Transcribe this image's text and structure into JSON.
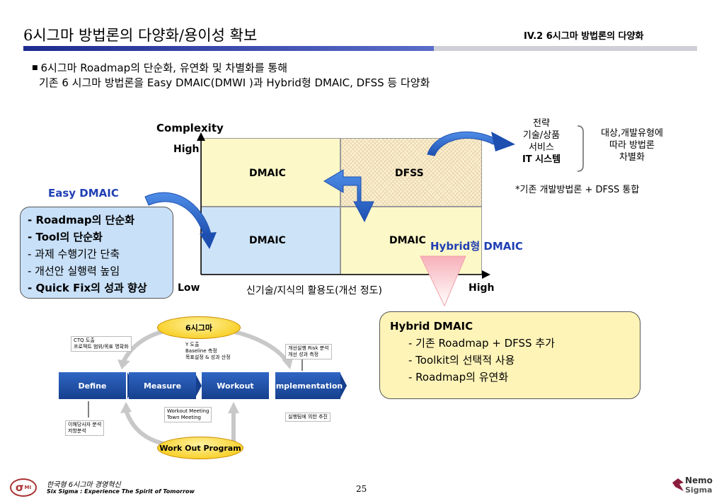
{
  "header": {
    "title": "6시그마 방법론의 다양화/용이성 확보",
    "section": "IV.2 6시그마 방법론의 다양화"
  },
  "intro": {
    "line1": "6시그마 Roadmap의 단순화, 유연화 및 차별화를 통해",
    "line2": "기존 6 시그마  방법론을 Easy DMAIC(DMWI )과 Hybrid형 DMAIC, DFSS 등 다양화"
  },
  "matrix": {
    "y_axis_label": "Complexity",
    "y_high": "High",
    "x_low": "Low",
    "x_axis_label": "신기술/지식의 활용도(개선 정도)",
    "x_high": "High",
    "q_top_left": "DMAIC",
    "q_top_right": "DFSS",
    "q_bottom_left": "DMAIC",
    "q_bottom_right": "DMAIC"
  },
  "easy": {
    "title": "Easy DMAIC",
    "items": [
      "-  Roadmap의 단순화",
      "-  Tool의 단순화",
      "- 과제 수행기간 단축",
      "- 개선안 실행력 높임",
      "-  Quick Fix의 성과 향상"
    ]
  },
  "right_side": {
    "list": [
      "전략",
      "기술/상품",
      "서비스",
      "IT 시스템"
    ],
    "note": [
      "대상,개발유형에",
      "따라 방법론",
      "차별화"
    ],
    "dfss_note": "*기존 개발방법론 + DFSS 통합"
  },
  "hybrid": {
    "label": "Hybrid형 DMAIC",
    "box_title": "Hybrid DMAIC",
    "items": [
      "- 기존 Roadmap +  DFSS 추가",
      "- Toolkit의 선택적 사용",
      "- Roadmap의 유연화"
    ]
  },
  "process": {
    "top_oval": "6시그마",
    "bottom_oval": "Work Out Program",
    "phases": [
      "Define",
      "Measure",
      "Workout",
      "Implementation"
    ],
    "note_define_top": [
      "CTQ 도출",
      "프로젝트 범위/목표 명확화"
    ],
    "note_measure_top": [
      "Y 도출",
      "Baseline 측정",
      "목표설정 & 성과 산정"
    ],
    "note_impl_top": [
      "개선실행 Risk 분석",
      "개선 성과 측정"
    ],
    "note_define_bottom": [
      "이해당사자 분석",
      "저항분석"
    ],
    "note_workout_bottom": [
      "Workout Meeting",
      "Town Meeting"
    ],
    "note_impl_bottom": [
      "실행팀에 의한 추진"
    ]
  },
  "footer": {
    "kr": "한국형  6시그마 경영혁신",
    "en": "Six Sigma : Experience The Spirit of Tomorrow",
    "page": "25",
    "logo_left": "σ",
    "logo_left_sub": "MI",
    "logo_right_1": "Nemo",
    "logo_right_2": "Sigma"
  },
  "colors": {
    "quad_yellow": "#fdf8c8",
    "quad_blue": "#cde4f8",
    "arrow_blue": "#2b6fd6",
    "rule_blue": "#1e2a8f",
    "text_blue": "#1f3fb4"
  }
}
